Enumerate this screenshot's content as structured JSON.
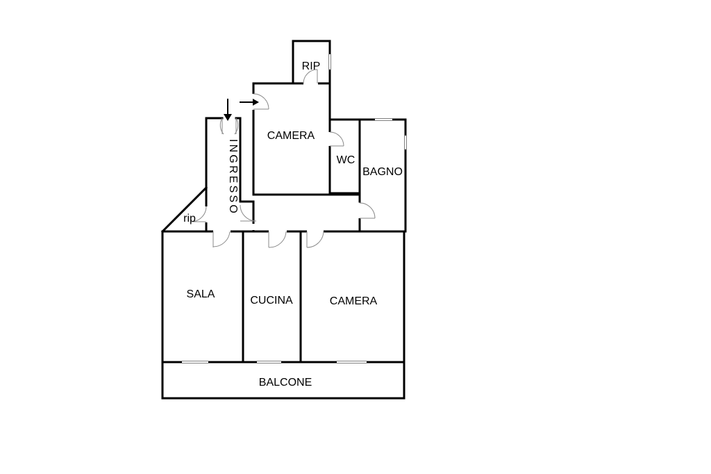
{
  "rooms": {
    "rip_top": "RIP",
    "camera_top": "CAMERA",
    "wc": "WC",
    "bagno": "BAGNO",
    "rip_small": "rip",
    "sala": "SALA",
    "cucina": "CUCINA",
    "camera_bottom": "CAMERA",
    "balcone": "BALCONE"
  },
  "ingresso": [
    "I",
    "N",
    "G",
    "R",
    "E",
    "S",
    "S",
    "O"
  ]
}
